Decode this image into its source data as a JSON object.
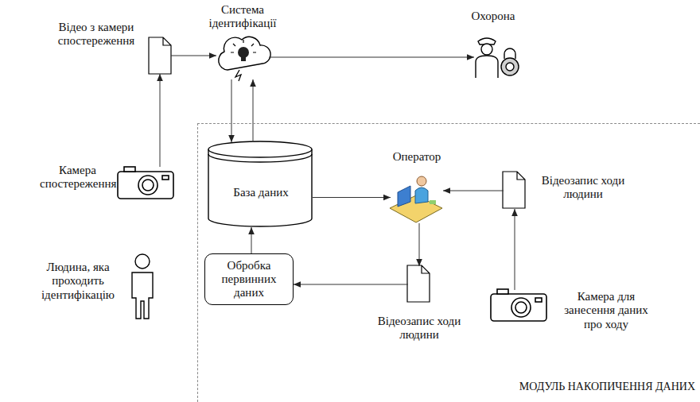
{
  "diagram": {
    "nodes": [
      {
        "text": [
          "Система ідентифікації"
        ]
      },
      {
        "text": [
          "Охорона"
        ]
      },
      {
        "text": [
          "Відео з камери спостереження"
        ]
      },
      {
        "text": [
          "Камера спостереження"
        ]
      },
      {
        "text": [
          "Людина, яка проходить ідентифікацію"
        ]
      },
      {
        "text": [
          "МОДУЛЬ НАКОПИЧЕННЯ ДАНИХ"
        ]
      },
      {
        "text": [
          "База даних"
        ],
        "in": 5
      },
      {
        "text": [
          "Оператор"
        ],
        "in": 5
      },
      {
        "text": [
          "Відеозапис ходи людини"
        ],
        "in": 5
      },
      {
        "text": [
          "Обробка первинних даних"
        ],
        "in": 5
      },
      {
        "text": [
          "Відеозапис ходи людини"
        ],
        "in": 5
      },
      {
        "text": [
          "Камера для занесення даних про ходу"
        ],
        "in": 5
      }
    ],
    "edges": [
      {
        "from": 3,
        "to": 2,
        "arrow": "to"
      },
      {
        "from": 2,
        "to": 0,
        "arrow": "to"
      },
      {
        "from": 0,
        "to": 1,
        "arrow": "to"
      },
      {
        "from": 0,
        "to": 6,
        "arrow": "to"
      },
      {
        "from": 6,
        "to": 0,
        "arrow": "to"
      },
      {
        "from": 6,
        "to": 7,
        "arrow": "to"
      },
      {
        "from": 8,
        "to": 7,
        "arrow": "to"
      },
      {
        "from": 11,
        "to": 8,
        "arrow": "to"
      },
      {
        "from": 7,
        "to": 10,
        "arrow": "to"
      },
      {
        "from": 10,
        "to": 9,
        "arrow": "to"
      },
      {
        "from": 9,
        "to": 6,
        "arrow": "to"
      }
    ]
  }
}
